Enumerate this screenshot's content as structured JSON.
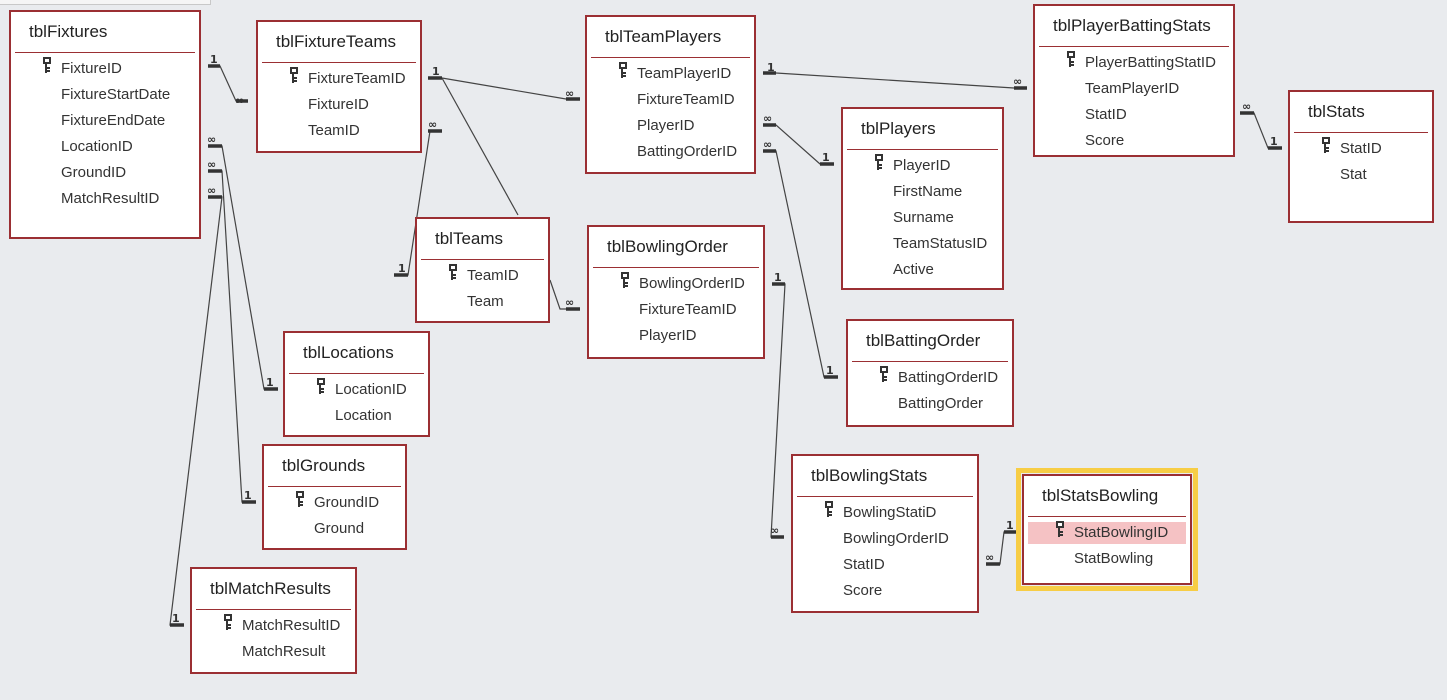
{
  "tables": [
    {
      "id": "tblFixtures",
      "title": "tblFixtures",
      "fields": [
        {
          "name": "FixtureID",
          "pk": true
        },
        {
          "name": "FixtureStartDate"
        },
        {
          "name": "FixtureEndDate"
        },
        {
          "name": "LocationID"
        },
        {
          "name": "GroundID"
        },
        {
          "name": "MatchResultID"
        }
      ]
    },
    {
      "id": "tblFixtureTeams",
      "title": "tblFixtureTeams",
      "fields": [
        {
          "name": "FixtureTeamID",
          "pk": true
        },
        {
          "name": "FixtureID"
        },
        {
          "name": "TeamID"
        }
      ]
    },
    {
      "id": "tblTeamPlayers",
      "title": "tblTeamPlayers",
      "fields": [
        {
          "name": "TeamPlayerID",
          "pk": true
        },
        {
          "name": "FixtureTeamID"
        },
        {
          "name": "PlayerID"
        },
        {
          "name": "BattingOrderID"
        }
      ]
    },
    {
      "id": "tblPlayerBattingStats",
      "title": "tblPlayerBattingStats",
      "fields": [
        {
          "name": "PlayerBattingStatID",
          "pk": true
        },
        {
          "name": "TeamPlayerID"
        },
        {
          "name": "StatID"
        },
        {
          "name": "Score"
        }
      ]
    },
    {
      "id": "tblStats",
      "title": "tblStats",
      "fields": [
        {
          "name": "StatID",
          "pk": true
        },
        {
          "name": "Stat"
        }
      ]
    },
    {
      "id": "tblPlayers",
      "title": "tblPlayers",
      "fields": [
        {
          "name": "PlayerID",
          "pk": true
        },
        {
          "name": "FirstName"
        },
        {
          "name": "Surname"
        },
        {
          "name": "TeamStatusID"
        },
        {
          "name": "Active"
        }
      ]
    },
    {
      "id": "tblTeams",
      "title": "tblTeams",
      "fields": [
        {
          "name": "TeamID",
          "pk": true
        },
        {
          "name": "Team"
        }
      ]
    },
    {
      "id": "tblBowlingOrder",
      "title": "tblBowlingOrder",
      "fields": [
        {
          "name": "BowlingOrderID",
          "pk": true
        },
        {
          "name": "FixtureTeamID"
        },
        {
          "name": "PlayerID"
        }
      ]
    },
    {
      "id": "tblBattingOrder",
      "title": "tblBattingOrder",
      "fields": [
        {
          "name": "BattingOrderID",
          "pk": true
        },
        {
          "name": "BattingOrder"
        }
      ]
    },
    {
      "id": "tblLocations",
      "title": "tblLocations",
      "fields": [
        {
          "name": "LocationID",
          "pk": true
        },
        {
          "name": "Location"
        }
      ]
    },
    {
      "id": "tblGrounds",
      "title": "tblGrounds",
      "fields": [
        {
          "name": "GroundID",
          "pk": true
        },
        {
          "name": "Ground"
        }
      ]
    },
    {
      "id": "tblMatchResults",
      "title": "tblMatchResults",
      "fields": [
        {
          "name": "MatchResultID",
          "pk": true
        },
        {
          "name": "MatchResult"
        }
      ]
    },
    {
      "id": "tblBowlingStats",
      "title": "tblBowlingStats",
      "fields": [
        {
          "name": "BowlingStatiD",
          "pk": true
        },
        {
          "name": "BowlingOrderID"
        },
        {
          "name": "StatID"
        },
        {
          "name": "Score"
        }
      ]
    },
    {
      "id": "tblStatsBowling",
      "title": "tblStatsBowling",
      "selected": true,
      "fields": [
        {
          "name": "StatBowlingID",
          "pk": true,
          "highlighted": true
        },
        {
          "name": "StatBowling"
        }
      ]
    }
  ],
  "relationship_marks": {
    "one": "1",
    "many": "∞"
  },
  "colors": {
    "border": "#9b2f33",
    "background": "#e9ebee",
    "selection": "#f7cd45",
    "highlight": "#f5c2c4"
  }
}
